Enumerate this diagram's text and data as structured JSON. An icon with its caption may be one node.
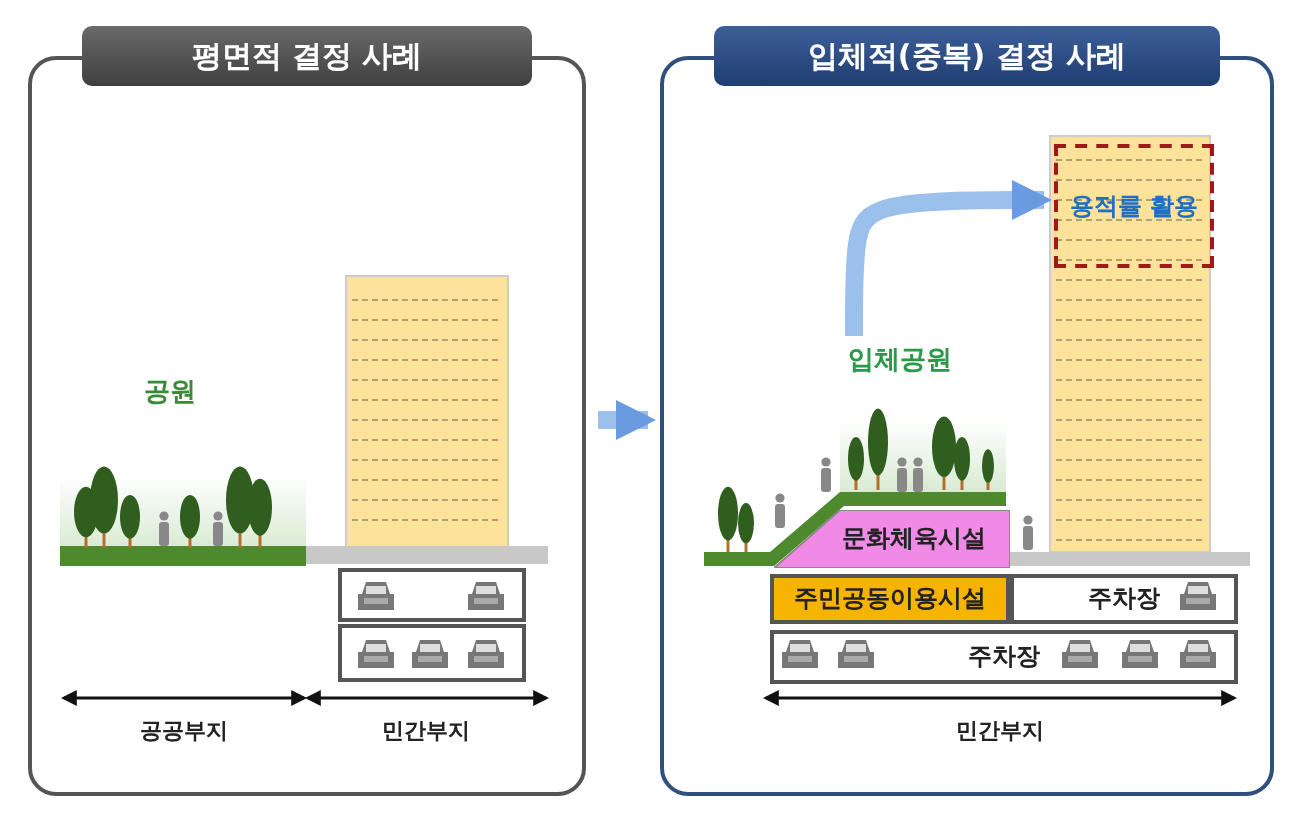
{
  "diagram": {
    "nodes": [
      {
        "text": [
          "평면적 결정 사례"
        ]
      },
      {
        "text": [
          "입체적(중복) 결정 사례"
        ]
      },
      {
        "text": [
          "문화체육시설"
        ],
        "in": 1
      },
      {
        "text": [
          "주민공동이용시설"
        ],
        "in": 1
      },
      {
        "text": [
          "주차장"
        ],
        "in": 1
      },
      {
        "text": [
          "주차장"
        ],
        "in": 1
      },
      {
        "text": [
          "용적률 활용"
        ],
        "in": 1
      },
      {
        "text": [
          "입체공원"
        ],
        "in": 1
      }
    ],
    "edges": [
      {
        "from": 0,
        "to": 1,
        "arrow": "to"
      },
      {
        "from": 7,
        "to": 6,
        "arrow": "to"
      }
    ],
    "labels": [
      "공원",
      "공공부지",
      "민간부지",
      "민간부지"
    ]
  }
}
